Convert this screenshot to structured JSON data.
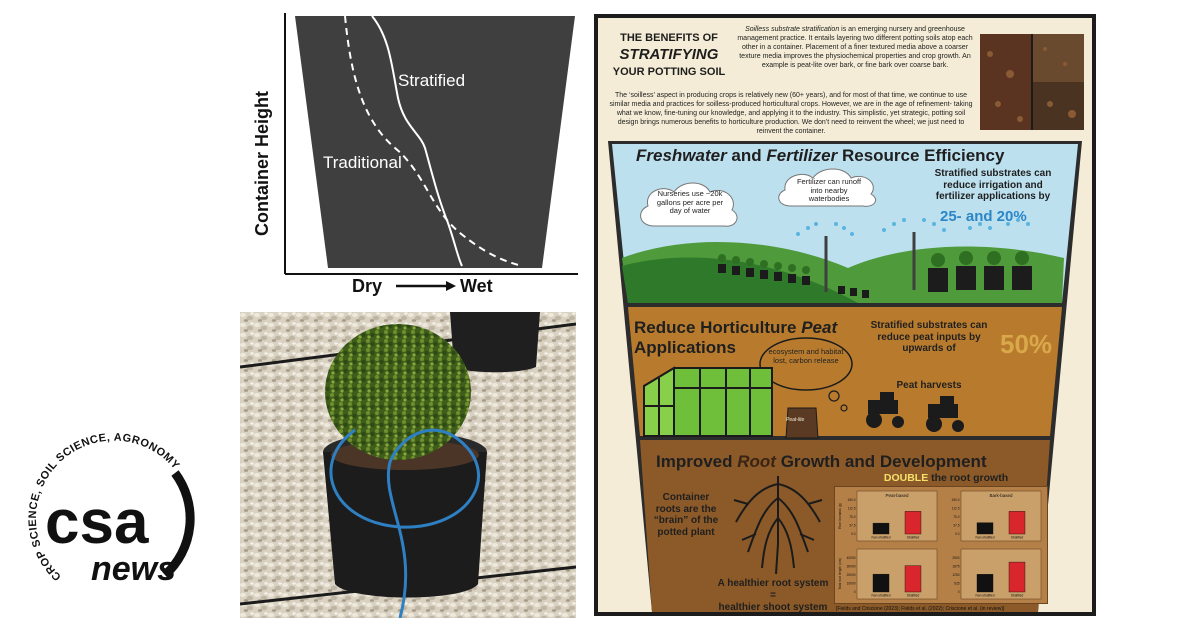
{
  "diagram": {
    "y_axis_label": "Container Height",
    "x_label_dry": "Dry",
    "x_label_wet": "Wet",
    "curve_stratified": "Stratified",
    "curve_traditional": "Traditional"
  },
  "logo": {
    "ring_text": "CROP SCIENCE, SOIL SCIENCE, AGRONOMY",
    "main": "csa",
    "sub": "news"
  },
  "infographic": {
    "title_line1": "THE BENEFITS OF",
    "title_line2": "STRATIFYING",
    "title_line3": "YOUR POTTING SOIL",
    "intro_lead": "Soilless substrate stratification",
    "intro_rest": " is an emerging nursery and greenhouse management practice. It entails layering two different potting soils atop each other in a container. Placement of a finer textured media above a coarser texture media improves the physiochemical properties and crop growth. An example is peat-lite over bark, or fine bark over coarse bark.",
    "body": "The ‘soilless’ aspect in producing crops is relatively new (60+ years), and for most of that time, we continue to use similar media and practices for soilless-produced horticultural crops. However, we are in the age of refinement- taking what we know, fine-tuning our knowledge, and applying it to the industry. This simplistic, yet strategic, potting soil design brings numerous benefits to horticulture production. We don’t need to reinvent the wheel; we just need to reinvent the container.",
    "sec1": {
      "word1": "Freshwater",
      "and": " and ",
      "word2": "Fertilizer",
      "rest": " Resource Efficiency",
      "cloud1": "Nurseries use ~20k gallons per acre per day of water",
      "cloud2": "Fertilizer can runoff into nearby waterbodies",
      "stat": "Stratified substrates can reduce irrigation and fertilizer applications by",
      "pct": "25- and 20%"
    },
    "sec2": {
      "line1a": "Reduce Horticulture ",
      "line1b": "Peat",
      "line2": "Applications",
      "bubble": "ecosystem and habitat lost, carbon release",
      "stat": "Stratified substrates can reduce peat inputs by upwards of",
      "pct": "50%",
      "harvest": "Peat harvests",
      "bag": "Peat-lite"
    },
    "sec3": {
      "head_a": "Improved ",
      "head_b": "Root",
      "head_c": " Growth and Development",
      "double_a": "DOUBLE",
      "double_b": " the root growth",
      "left_text": "Container roots are the “brain” of the potted plant",
      "healthier1": "A healthier root system",
      "equals": "=",
      "healthier2": "healthier shoot system",
      "citation": "[Fields and Criscione (2023); Fields et al. (2022); Criscione et al. (in review)]",
      "ylabel_top": "Root biomass (g)",
      "ylabel_bottom": "Total root length (cm)"
    }
  },
  "chart_data": [
    {
      "type": "bar",
      "title": "Peat-based",
      "categories": [
        "Non-stratified",
        "Stratified"
      ],
      "values": [
        48,
        100
      ],
      "ylim": [
        0,
        150
      ],
      "ylabel": "Root biomass (g)",
      "colors": [
        "#111111",
        "#d9262c"
      ]
    },
    {
      "type": "bar",
      "title": "Bark-based",
      "categories": [
        "Non-stratified",
        "Stratified"
      ],
      "values": [
        50,
        100
      ],
      "ylim": [
        0,
        150
      ],
      "colors": [
        "#111111",
        "#d9262c"
      ]
    },
    {
      "type": "bar",
      "categories": [
        "Non-stratified",
        "Stratified"
      ],
      "values": [
        21000,
        31000
      ],
      "ylim": [
        0,
        40000
      ],
      "ylabel": "Total root length (cm)",
      "colors": [
        "#111111",
        "#d9262c"
      ]
    },
    {
      "type": "bar",
      "categories": [
        "Non-stratified",
        "Stratified"
      ],
      "values": [
        1300,
        2200
      ],
      "ylim": [
        0,
        2500
      ],
      "colors": [
        "#111111",
        "#d9262c"
      ]
    }
  ]
}
